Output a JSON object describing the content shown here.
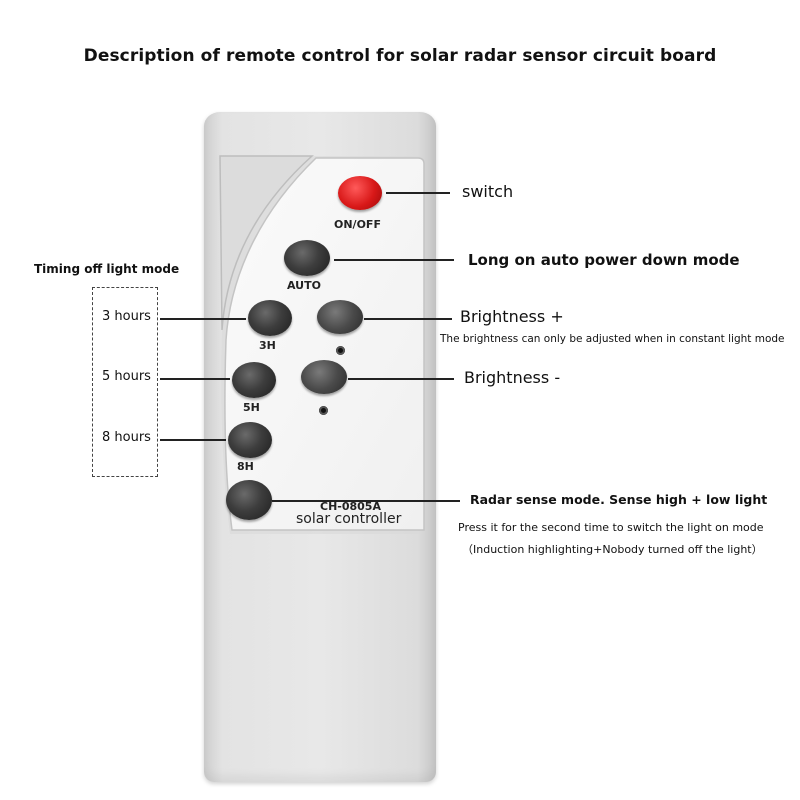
{
  "title": "Description of remote control for solar radar sensor circuit board",
  "left_group": {
    "heading": "Timing off light mode",
    "items": [
      "3 hours",
      "5 hours",
      "8 hours"
    ]
  },
  "remote": {
    "buttons": {
      "onoff": "ON/OFF",
      "auto": "AUTO",
      "h3": "3H",
      "h5": "5H",
      "h8": "8H"
    },
    "model": "CH-0805A",
    "brand_text": "solar controller"
  },
  "callouts": {
    "switch": "switch",
    "auto": "Long on auto power down mode",
    "brightness_plus": "Brightness +",
    "brightness_plus_note": "The brightness can only be adjusted when in constant light mode",
    "brightness_minus": "Brightness -",
    "radar": "Radar sense mode. Sense high + low light",
    "radar_note1": "Press it for the second time to switch the light on mode",
    "radar_note2": "（Induction highlighting+Nobody turned off the light）"
  },
  "colors": {
    "remote_body": "#e3e3e3",
    "button_dark": "#3d3d3d",
    "button_red": "#d81818"
  }
}
